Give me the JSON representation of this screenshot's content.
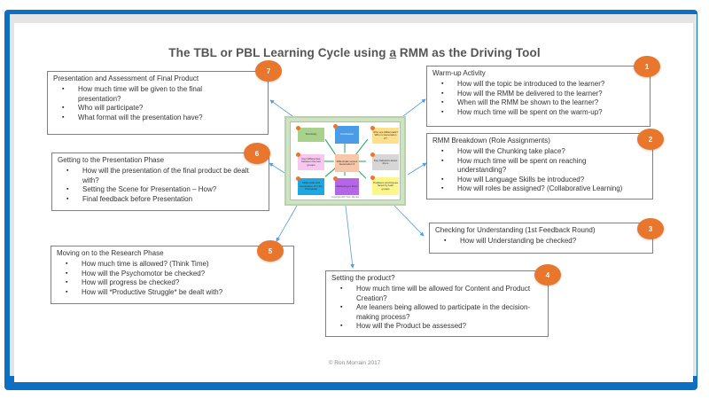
{
  "title": {
    "before": "The TBL or PBL Learning Cycle using ",
    "underlined": "a",
    "after": " RMM as the Driving Tool"
  },
  "colors": {
    "frame": "#0b6fc4",
    "badge": "#e8762c",
    "arrow": "#5b9bd5"
  },
  "steps": [
    {
      "number": "1",
      "title": "Warm-up Activity",
      "bullets": [
        "How will the topic be introduced to the learner?",
        "How will the RMM be delivered to the learner?",
        "When will the RMM be shown to the learner?",
        "How much time will be spent on the warm-up?"
      ]
    },
    {
      "number": "2",
      "title": "RMM Breakdown (Role Assignments)",
      "bullets": [
        "How will the Chunking take place?",
        "How much time will be spent on reaching understanding?",
        "How will Language Skills be introduced?",
        "How will roles be assigned? (Collaborative Learning)"
      ]
    },
    {
      "number": "3",
      "title": "Checking for Understanding (1st Feedback Round)",
      "bullets": [
        "How will Understanding be checked?"
      ]
    },
    {
      "number": "4",
      "title": "Setting the product?",
      "bullets": [
        "How much time will be allowed for Content and Product Creation?",
        "Are leaners being allowed to participate in the decision-making process?",
        "How will the Product be assessed?"
      ]
    },
    {
      "number": "5",
      "title": "Moving on to the Research Phase",
      "bullets": [
        "How much time is allowed? (Think Time)",
        "How will the Psychomotor be checked?",
        "How will progress be checked?",
        "How will *Productive Struggle* be dealt with?"
      ]
    },
    {
      "number": "6",
      "title": "Getting to the Presentation Phase",
      "bullets": [
        "How will the presentation of the final product be dealt with?",
        "Setting the Scene for Presentation – How?",
        "Final feedback before Presentation"
      ]
    },
    {
      "number": "7",
      "title": "Presentation and Assessment of Final Product",
      "bullets": [
        "How much time will be given to the final presentation?",
        "Who will participate?",
        "What format will the presentation have?"
      ]
    }
  ],
  "rmm": {
    "center": "Millennials versus Generation Z",
    "nodes": [
      {
        "label": "Summary",
        "sub": "",
        "color": "#a9d18e"
      },
      {
        "label": "Conclusion",
        "sub": "",
        "color": "#4a9be8"
      },
      {
        "label": "Who are Millennials? Who is Generation Z?",
        "sub": "",
        "color": "#ffe08a"
      },
      {
        "label": "Key Differences between the two groups",
        "sub": "",
        "color": "#f8c6f0"
      },
      {
        "label": "Key Statistics about them",
        "sub": "",
        "color": "#d6d6d6"
      },
      {
        "label": "Millennials and Generation Z in the Workplace",
        "sub": "",
        "color": "#1ea7e0"
      },
      {
        "label": "Marketing to them",
        "sub": "",
        "color": "#b565e8"
      },
      {
        "label": "Problems and Issues faced by both groups",
        "sub": "",
        "color": "#fbf58a"
      }
    ],
    "center_color": "#f6c7a8",
    "copyright": "Copyright 2017 Ron Morrain"
  },
  "copyright": "© Ron Morrain 2017"
}
